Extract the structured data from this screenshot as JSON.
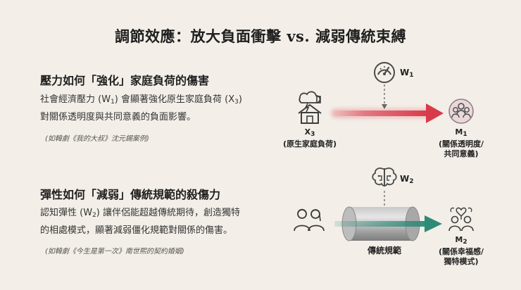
{
  "title": "調節效應：放大負面衝擊 vs. 減弱傳統束縛",
  "section1": {
    "heading": "壓力如何「強化」家庭負荷的傷害",
    "line1_a": "社會經濟壓力 (W",
    "line1_sub1": "1",
    "line1_b": ") 會顯著強化原生家庭負荷 (X",
    "line1_sub2": "3",
    "line1_c": ")",
    "line2": "對關係透明度與共同意義的負面影響。",
    "note": "(如韓劇《我的大叔》沈元錫案例)"
  },
  "section2": {
    "heading": "彈性如何「減弱」傳統規範的殺傷力",
    "line1_a": "認知彈性 (W",
    "line1_sub": "2",
    "line1_b": ") 讓伴侶能超越傳統期待，創造獨特",
    "line2": "的相處模式，顯著減弱僵化規範對關係的傷害。",
    "note": "(如韓劇《今生是第一次》南世熙的契約婚姻)"
  },
  "diagram1": {
    "w_label": "W",
    "w_sub": "1",
    "x_label": "X",
    "x_sub": "3",
    "x_desc": "(原生家庭負荷)",
    "m_label": "M",
    "m_sub": "1",
    "m_desc_1": "(關係透明度/",
    "m_desc_2": "共同意義)"
  },
  "diagram2": {
    "w_label": "W",
    "w_sub": "2",
    "pipe_label": "傳統規範",
    "m_label": "M",
    "m_sub": "2",
    "m_desc_1": "(關係幸福感/",
    "m_desc_2": "獨特模式)"
  },
  "colors": {
    "background": "#f3efe8",
    "red_arrow": "#d93a4a",
    "teal_arrow": "#2e8b78",
    "icon_gray": "#555555"
  }
}
